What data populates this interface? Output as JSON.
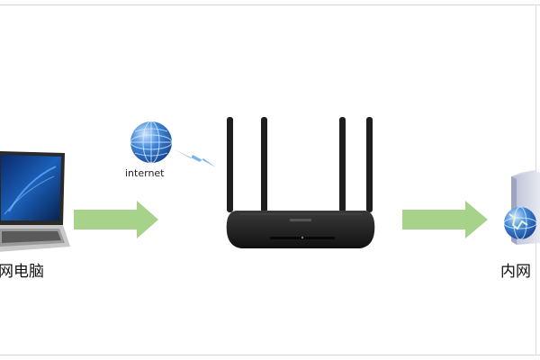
{
  "labels": {
    "left_device": "网电脑",
    "internet": "internet",
    "right_device": "内网"
  },
  "icons": {
    "laptop": "laptop-icon",
    "globe": "globe-icon",
    "router": "router-icon",
    "server": "server-globe-icon",
    "wireless": "wireless-zigzag-icon"
  },
  "colors": {
    "arrow": "#a6d28a",
    "router": "#222222",
    "globe": "#2f6fc5"
  }
}
